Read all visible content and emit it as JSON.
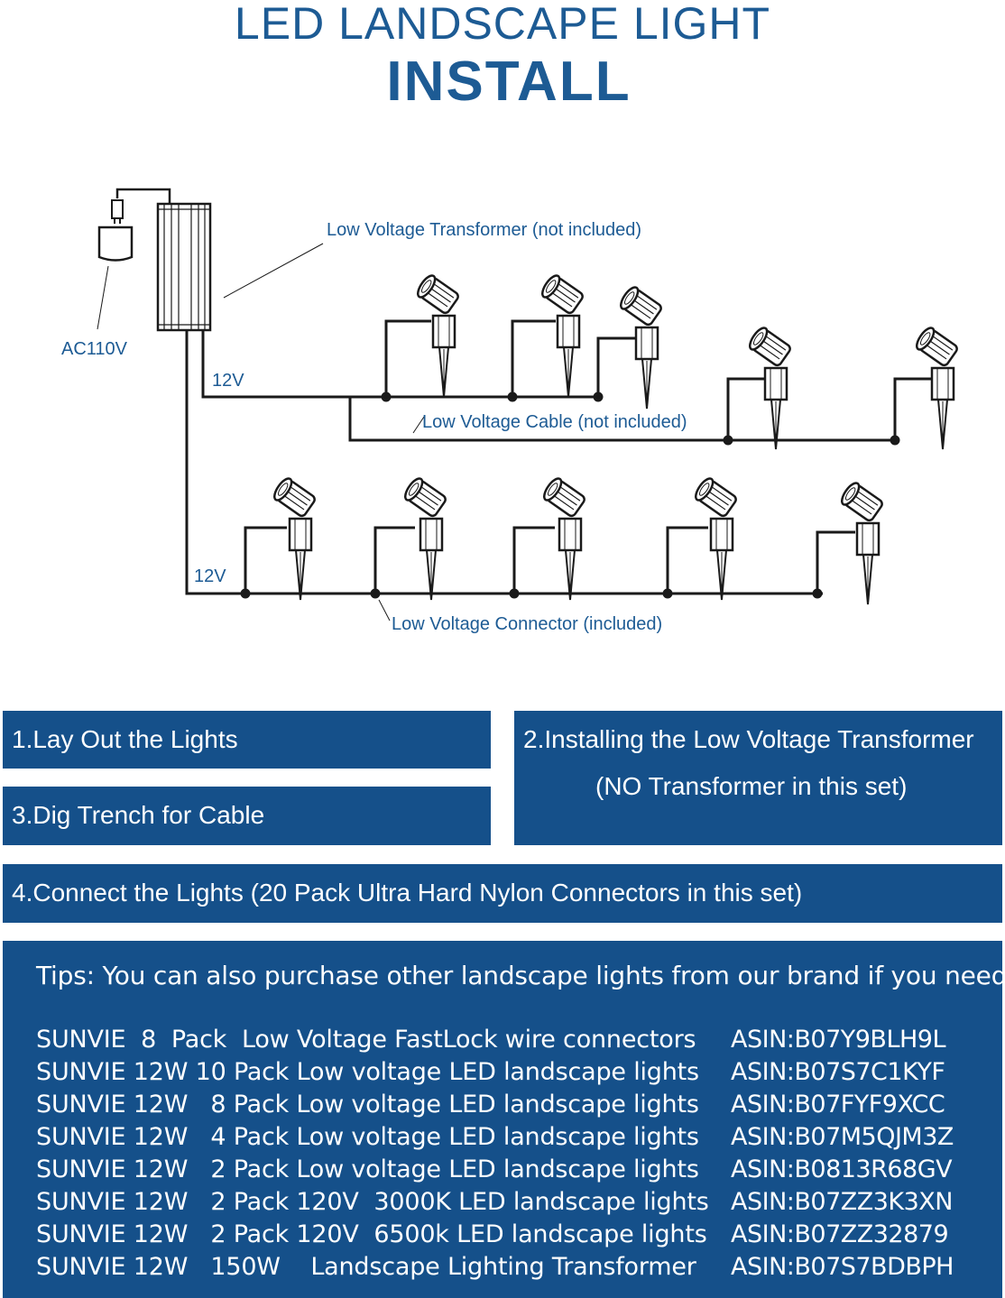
{
  "header": {
    "title_line1": "LED LANDSCAPE LIGHT",
    "title_line2": "INSTALL"
  },
  "diagram": {
    "labels": {
      "transformer": "Low Voltage Transformer (not included)",
      "ac": "AC110V",
      "v12_top": "12V",
      "v12_bottom": "12V",
      "cable": "Low Voltage Cable (not included)",
      "connector": "Low Voltage Connector (included)"
    }
  },
  "steps": {
    "step1": "1.Lay Out the Lights",
    "step2_line1": "2.Installing the Low Voltage Transformer",
    "step2_line2": "(NO Transformer in this set)",
    "step3": "3.Dig Trench for Cable",
    "step4": "4.Connect the Lights (20 Pack Ultra Hard Nylon Connectors in this set)"
  },
  "tips": {
    "heading": "Tips: You can also purchase other landscape lights from our brand if you need",
    "products": [
      {
        "name": "SUNVIE  8  Pack  Low Voltage FastLock wire connectors",
        "asin": "ASIN:B07Y9BLH9L"
      },
      {
        "name": "SUNVIE 12W 10 Pack Low voltage LED landscape lights",
        "asin": "ASIN:B07S7C1KYF"
      },
      {
        "name": "SUNVIE 12W   8 Pack Low voltage LED landscape lights",
        "asin": "ASIN:B07FYF9XCC"
      },
      {
        "name": "SUNVIE 12W   4 Pack Low voltage LED landscape lights",
        "asin": "ASIN:B07M5QJM3Z"
      },
      {
        "name": "SUNVIE 12W   2 Pack Low voltage LED landscape lights",
        "asin": "ASIN:B0813R68GV"
      },
      {
        "name": "SUNVIE 12W   2 Pack 120V  3000K LED landscape lights",
        "asin": "ASIN:B07ZZ3K3XN"
      },
      {
        "name": "SUNVIE 12W   2 Pack 120V  6500k LED landscape lights",
        "asin": "ASIN:B07ZZ32879"
      },
      {
        "name": "SUNVIE 12W   150W    Landscape Lighting Transformer",
        "asin": "ASIN:B07S7BDBPH"
      }
    ]
  },
  "colors": {
    "brand_blue": "#15508a",
    "title_blue": "#1d5b94",
    "line": "#1a1a1a"
  }
}
